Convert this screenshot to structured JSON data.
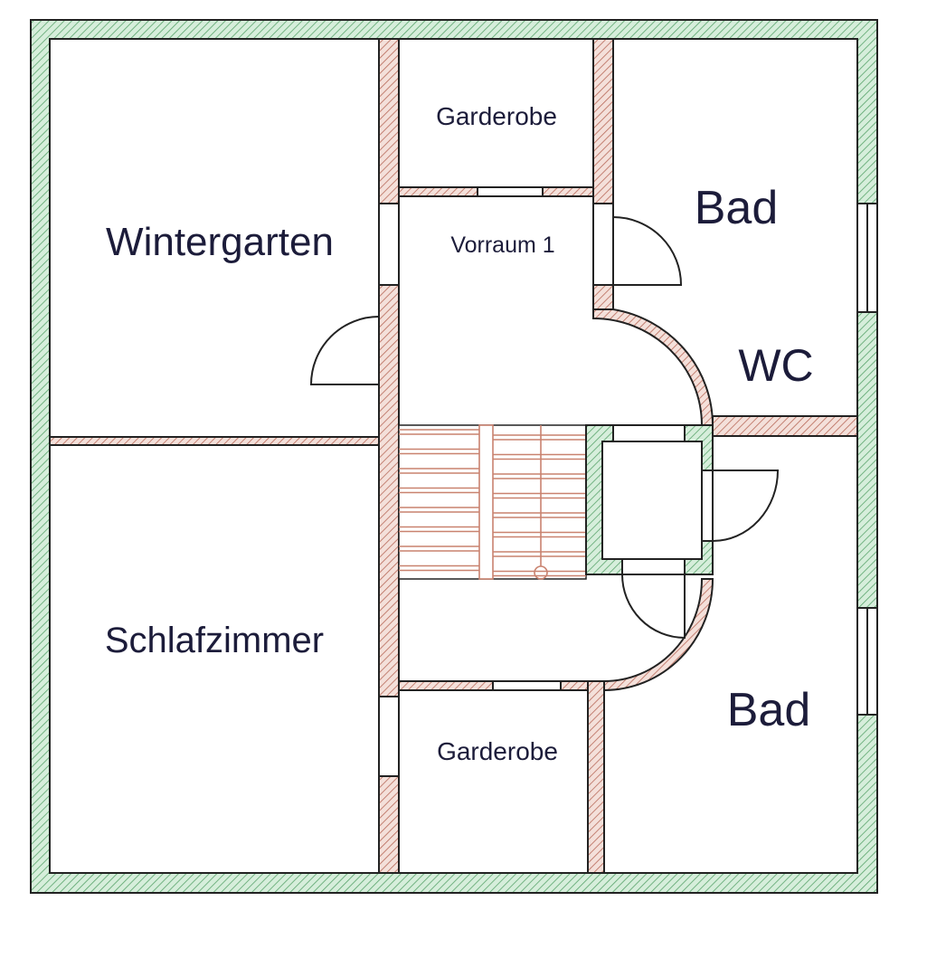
{
  "rooms": {
    "wintergarten": "Wintergarten",
    "schlafzimmer": "Schlafzimmer",
    "garderobe_top": "Garderobe",
    "vorraum": "Vorraum 1",
    "bad_top": "Bad",
    "wc": "WC",
    "bad_bottom": "Bad",
    "garderobe_bottom": "Garderobe"
  },
  "colors": {
    "outer_wall": "#cfe9d4",
    "outer_hatch": "#5aa46c",
    "inner_wall": "#f2dcd6",
    "inner_hatch": "#b86a5a",
    "stairs": "#c9826f",
    "text": "#1c1c3a"
  }
}
